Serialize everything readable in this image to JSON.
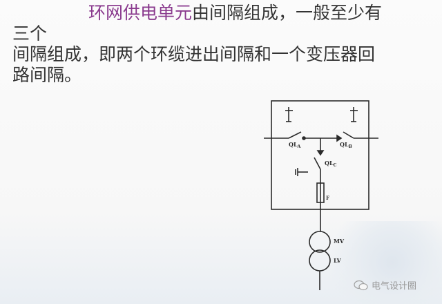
{
  "text": {
    "highlight": "环网供电单元",
    "line1_rest": "由间隔组成，一般至少有",
    "line2": "三个",
    "line3": "间隔组成，即两个环缆进出间隔和一个变压器回",
    "line4": "路间隔。"
  },
  "diagram": {
    "labels": {
      "qla": "QL",
      "qla_sub": "A",
      "qlb": "QL",
      "qlb_sub": "B",
      "qlc": "QL",
      "qlc_sub": "C",
      "fuse": "F",
      "mv": "MV",
      "lv": "LV"
    }
  },
  "watermark": {
    "label": "电气设计圈"
  },
  "colors": {
    "text": "#333333",
    "highlight": "#8a3a8e",
    "diagram": "#2a2a2a"
  }
}
